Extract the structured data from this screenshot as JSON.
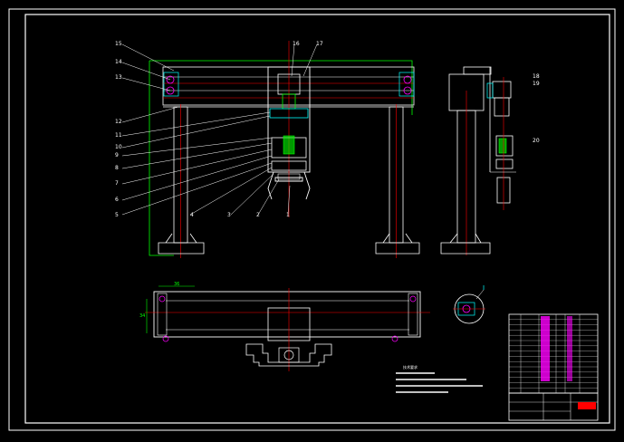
{
  "drawing": {
    "part_labels": [
      "15",
      "14",
      "13",
      "16",
      "17",
      "12",
      "11",
      "10",
      "9",
      "8",
      "7",
      "6",
      "5",
      "4",
      "3",
      "2",
      "1",
      "18",
      "19",
      "20"
    ],
    "detail_label": "I",
    "dimension_labels": [
      "36",
      "34"
    ],
    "notes_title": "技术要求",
    "notes": [
      "",
      "",
      "",
      ""
    ]
  },
  "colors": {
    "background": "#000000",
    "frame": "#ffffff",
    "outline_main": "#ffffff",
    "centerline": "#ff0000",
    "dimension": "#00ff00",
    "hatch": "#ff00ff",
    "highlight": "#00ffff"
  }
}
